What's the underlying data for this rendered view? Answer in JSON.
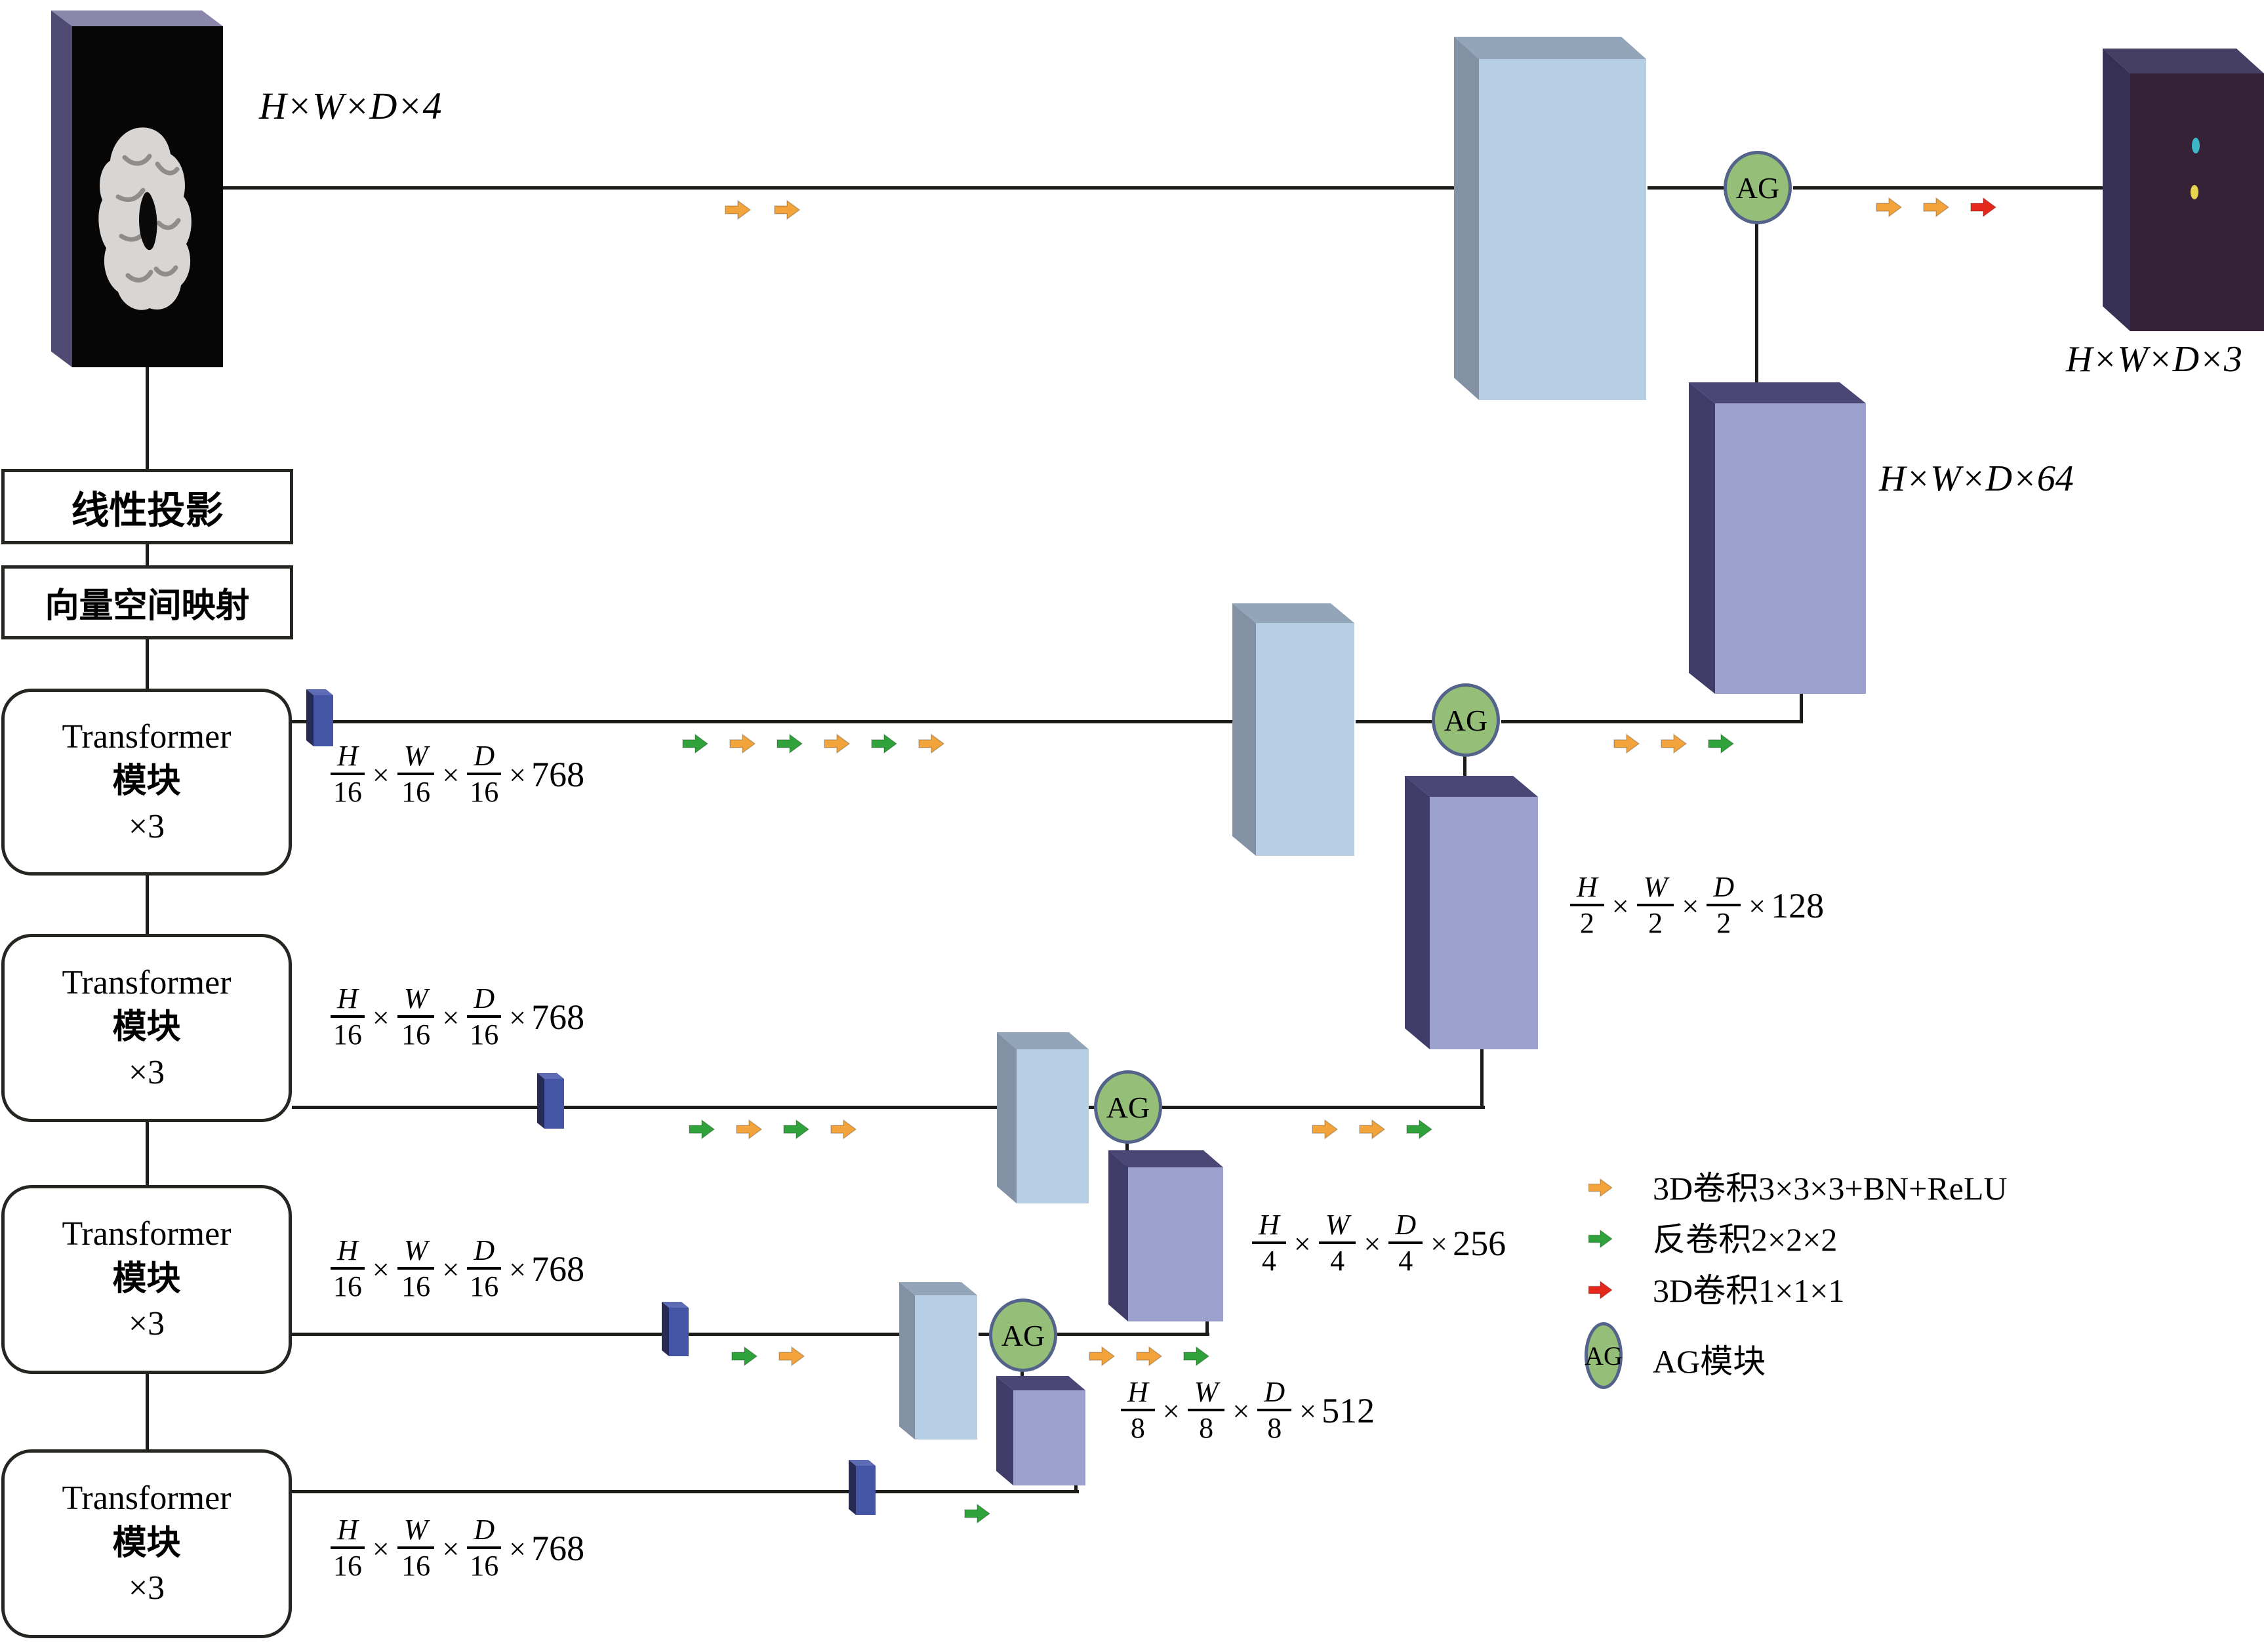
{
  "sym": {
    "times": "×"
  },
  "colors": {
    "line": "#1D1B18",
    "arrow_orange": "#F2A33C",
    "arrow_green": "#2FA23C",
    "arrow_red": "#E4281B",
    "ag_fill": "#95BE79",
    "ag_border": "#53638A",
    "slab_lightblue_front": "#B5CEE4",
    "slab_purple_front": "#9BA1CC",
    "slab_navy_front": "#4455A6",
    "input_front": "#060606",
    "output_front": "#362237",
    "dot_cyan": "#3BB7C9",
    "dot_yellow": "#E6D44E"
  },
  "encoder": {
    "input_dim": "H×W×D×4",
    "linear_label": "线性投影",
    "vector_label": "向量空间映射",
    "transformer": {
      "line1": "Transformer",
      "line2": "模块",
      "line3": "×3"
    }
  },
  "fractions": {
    "enc": {
      "terms": [
        [
          "H",
          "16"
        ],
        [
          "W",
          "16"
        ],
        [
          "D",
          "16"
        ]
      ],
      "mult": "768"
    },
    "l128": {
      "terms": [
        [
          "H",
          "2"
        ],
        [
          "W",
          "2"
        ],
        [
          "D",
          "2"
        ]
      ],
      "mult": "128"
    },
    "l256": {
      "terms": [
        [
          "H",
          "4"
        ],
        [
          "W",
          "4"
        ],
        [
          "D",
          "4"
        ]
      ],
      "mult": "256"
    },
    "l512": {
      "terms": [
        [
          "H",
          "8"
        ],
        [
          "W",
          "8"
        ],
        [
          "D",
          "8"
        ]
      ],
      "mult": "512"
    }
  },
  "decoder": {
    "d64_dim": "H×W×D×64",
    "output_dim": "H×W×D×3"
  },
  "ag": {
    "label": "AG"
  },
  "legend": {
    "rows": [
      {
        "icon": "conv3-arrow-icon",
        "label": "3D卷积3×3×3+BN+ReLU"
      },
      {
        "icon": "deconv-arrow-icon",
        "label": "反卷积2×2×2"
      },
      {
        "icon": "conv1-arrow-icon",
        "label": "3D卷积1×1×1"
      },
      {
        "icon": "ag-node-icon",
        "label": "AG模块"
      }
    ]
  }
}
